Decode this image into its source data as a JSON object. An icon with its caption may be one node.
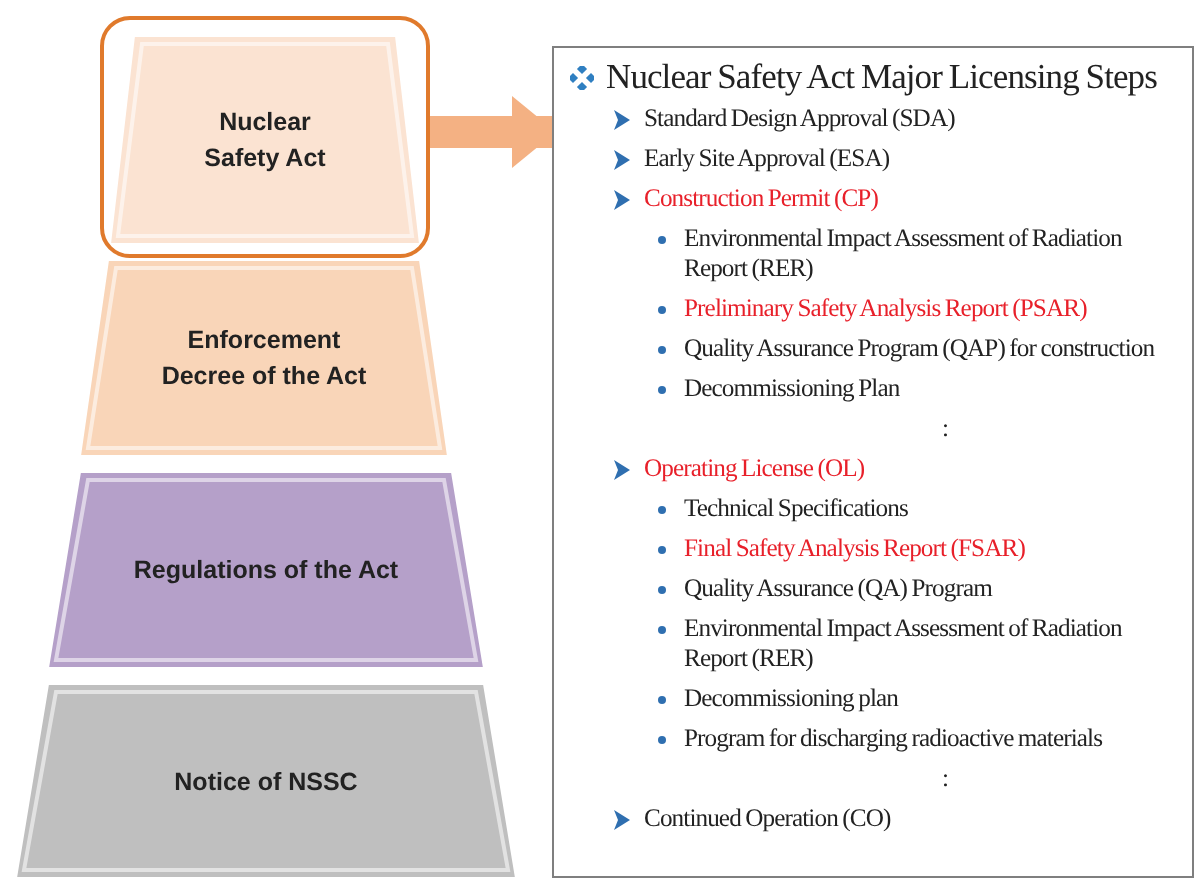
{
  "diagram": {
    "nodes": [
      {
        "text": [
          "Nuclear Safety Act"
        ]
      },
      {
        "text": [
          "Enforcement Decree of the Act"
        ]
      },
      {
        "text": [
          "Regulations of the Act"
        ]
      },
      {
        "text": [
          "Notice of NSSC"
        ]
      },
      {
        "text": [
          "Nuclear Safety Act Major Licensing Steps",
          "Standard Design Approval (SDA)",
          "Early Site Approval (ESA)",
          "Construction Permit (CP)",
          "Environmental Impact Assessment of Radiation Report (RER)",
          "Preliminary Safety Analysis Report (PSAR)",
          "Quality Assurance Program (QAP) for construction",
          "Decommissioning Plan",
          ":",
          "Operating License (OL)",
          "Technical Specifications",
          "Final Safety Analysis Report (FSAR)",
          "Quality Assurance (QA) Program",
          "Environmental Impact Assessment of Radiation Report (RER)",
          "Decommissioning plan",
          "Program for discharging radioactive materials",
          ":",
          "Continued Operation (CO)"
        ]
      }
    ],
    "edges": [
      {
        "from": 0,
        "to": 4,
        "arrow": "to",
        "color": "#f4b183"
      }
    ]
  }
}
